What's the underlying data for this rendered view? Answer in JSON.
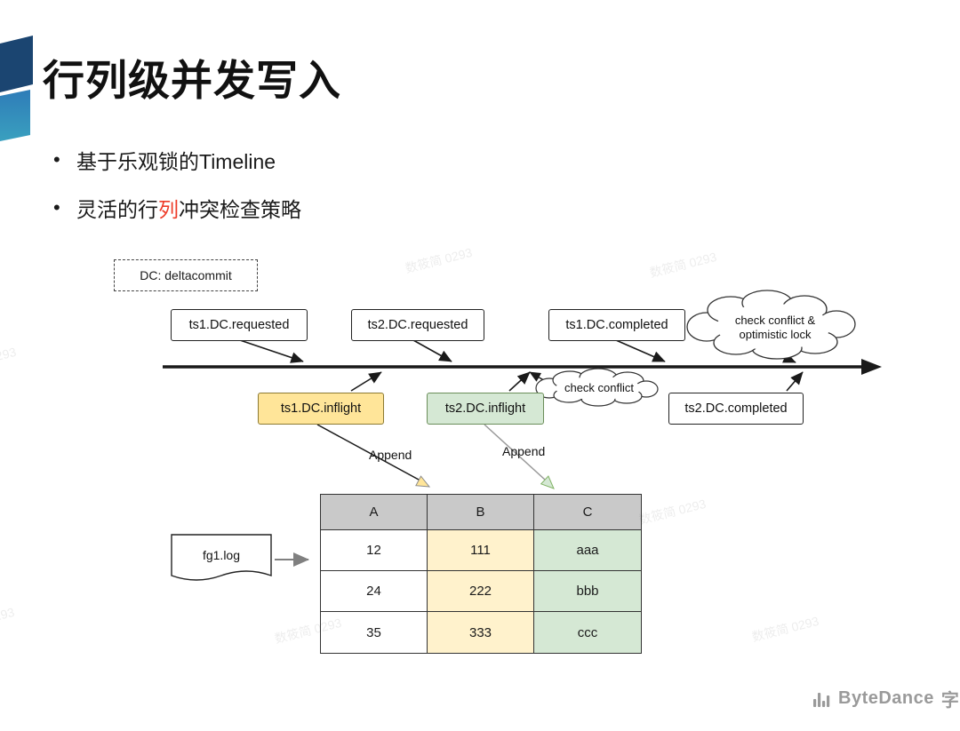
{
  "slide": {
    "title": "行列级并发写入",
    "bullet_char": "•",
    "bullet1": "基于乐观锁的Timeline",
    "bullet2_pre": "灵活的行",
    "bullet2_red": "列",
    "bullet2_post": "冲突检查策略"
  },
  "diagram": {
    "legend": "DC: deltacommit",
    "box_ts1_requested": "ts1.DC.requested",
    "box_ts2_requested": "ts2.DC.requested",
    "box_ts1_completed": "ts1.DC.completed",
    "box_ts1_inflight": "ts1.DC.inflight",
    "box_ts2_inflight": "ts2.DC.inflight",
    "box_ts2_completed": "ts2.DC.completed",
    "cloud_top_line1": "check conflict &",
    "cloud_top_line2": "optimistic lock",
    "cloud_mid": "check conflict",
    "append1": "Append",
    "append2": "Append",
    "file": "fg1.log",
    "table": {
      "headers": [
        "A",
        "B",
        "C"
      ],
      "rows": [
        [
          "12",
          "111",
          "aaa"
        ],
        [
          "24",
          "222",
          "bbb"
        ],
        [
          "35",
          "333",
          "ccc"
        ]
      ]
    }
  },
  "colors": {
    "yellow_fill": "#ffe599",
    "yellow_light": "#fff2cc",
    "green_fill": "#d5e8d4",
    "header_gray": "#c9c9c9",
    "red_accent": "#ee3b28",
    "deco_navy": "#1b4571",
    "deco_blue": "#2e7cb8"
  },
  "watermark": "数筱简 0293",
  "footer": {
    "brand": "ByteDance",
    "brand_tail": "字"
  }
}
